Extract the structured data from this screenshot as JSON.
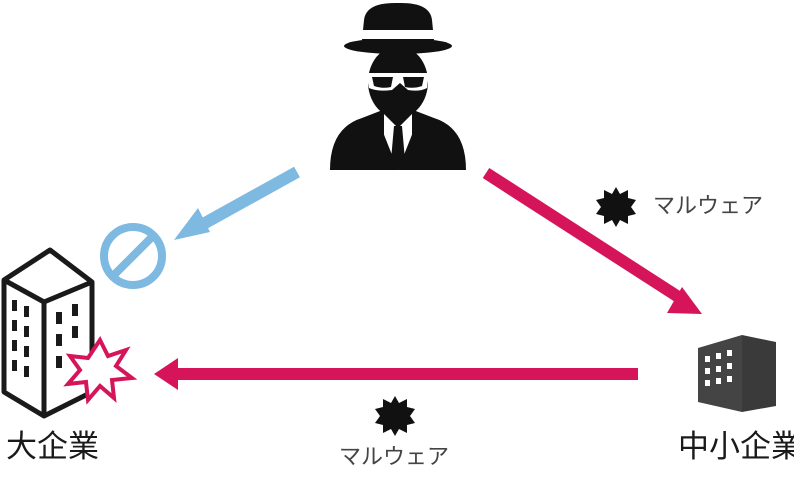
{
  "labels": {
    "large_enterprise": "大企業",
    "sme": "中小企業",
    "malware_top": "マルウェア",
    "malware_bottom": "マルウェア"
  },
  "icons": {
    "attacker": "hacker-icon",
    "blocked": "prohibited-icon",
    "large_building": "office-building-icon",
    "small_building": "small-building-icon",
    "malware": "malware-icon",
    "impact": "explosion-icon"
  },
  "colors": {
    "attack_arrow": "#d5145a",
    "blocked_arrow": "#7db9e0",
    "icon_dark": "#111111",
    "building_gray": "#444444"
  }
}
